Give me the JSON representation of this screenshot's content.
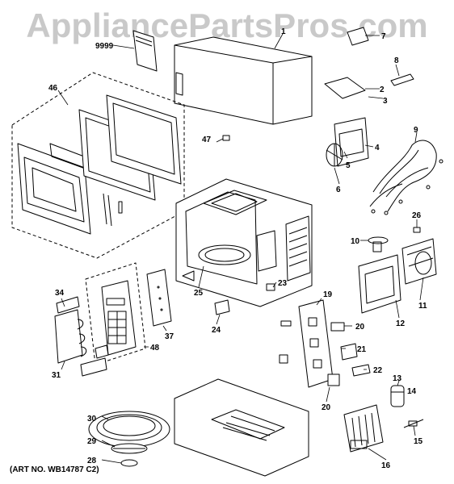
{
  "watermark": "AppliancePartsPros.com",
  "art_number": "(ART NO. WB14787 C2)",
  "callouts": {
    "c9999": "9999",
    "c1": "1",
    "c2": "2",
    "c3": "3",
    "c4": "4",
    "c5": "5",
    "c6": "6",
    "c7": "7",
    "c8": "8",
    "c9": "9",
    "c10": "10",
    "c11": "11",
    "c12": "12",
    "c13": "13",
    "c14": "14",
    "c15": "15",
    "c16": "16",
    "c19": "19",
    "c20a": "20",
    "c20b": "20",
    "c21": "21",
    "c22": "22",
    "c23": "23",
    "c24": "24",
    "c25": "25",
    "c26": "26",
    "c28": "28",
    "c29": "29",
    "c30": "30",
    "c31": "31",
    "c34": "34",
    "c37": "37",
    "c46": "46",
    "c47": "47",
    "c48": "48"
  }
}
